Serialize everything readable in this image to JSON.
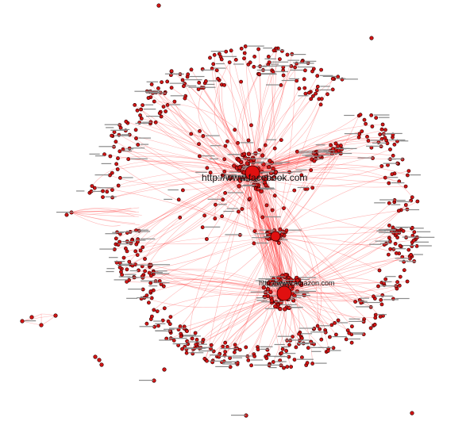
{
  "graph": {
    "hubs": [
      {
        "id": "facebook",
        "label": "http://www.facebook.com"
      },
      {
        "id": "amazon",
        "label": "http://www.amazon.com"
      }
    ],
    "colors": {
      "edge": "#ff2a2a",
      "node_fill": "#d11414",
      "node_stroke": "#2a0000",
      "background": "#ffffff"
    }
  }
}
